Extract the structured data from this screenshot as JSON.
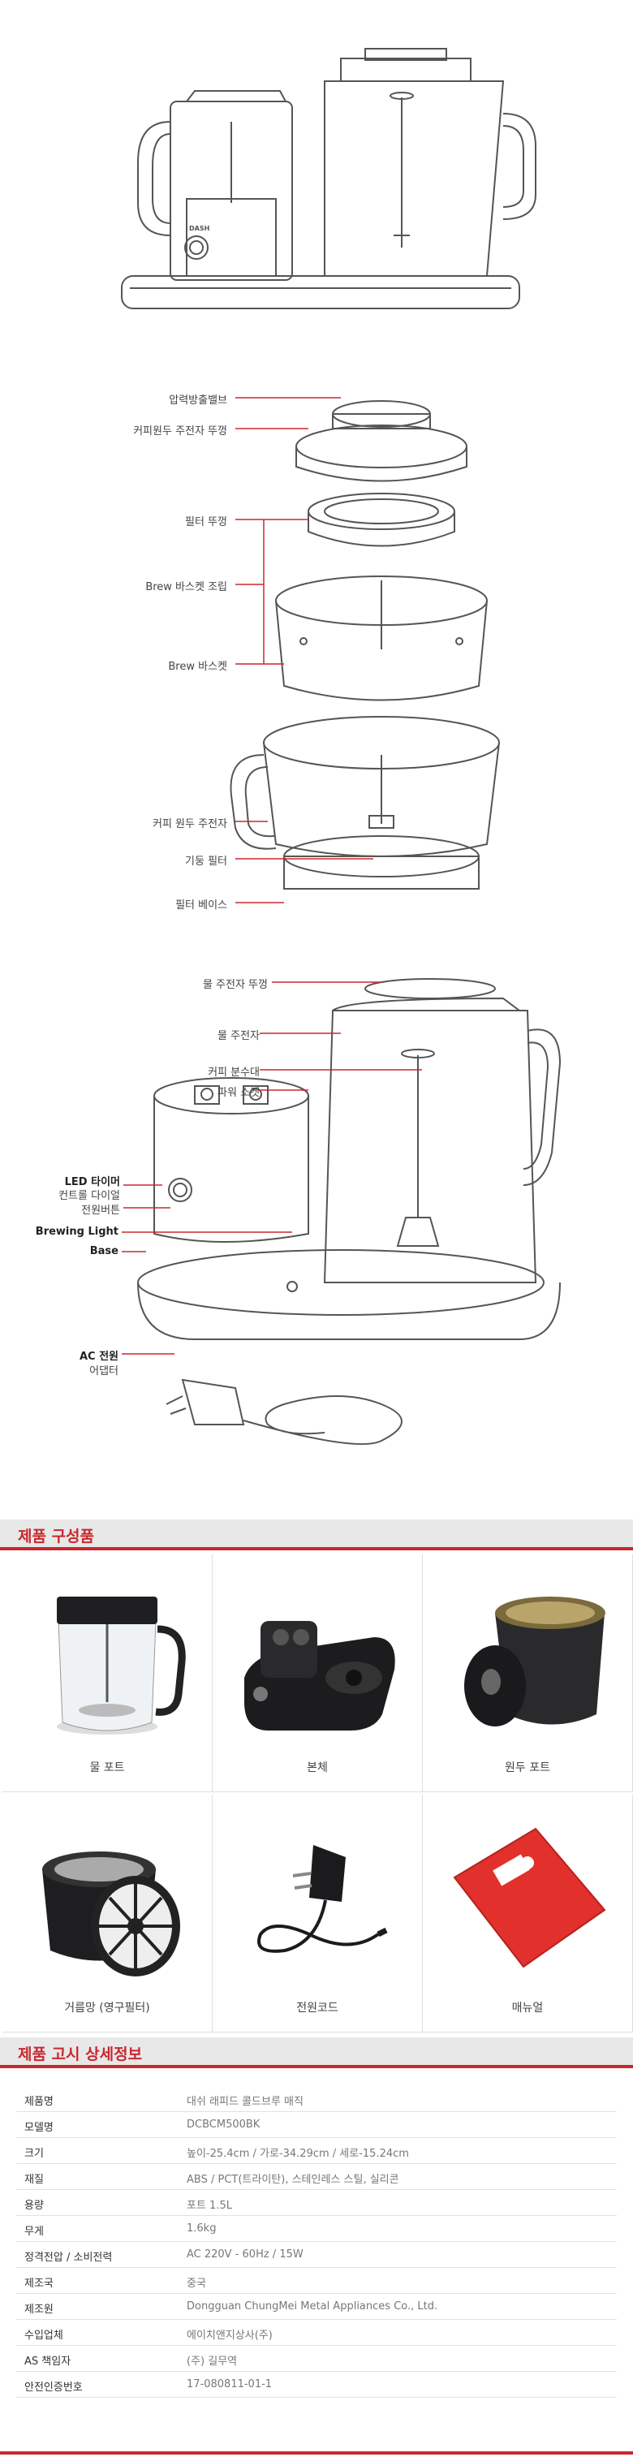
{
  "diagram1": {
    "brand_label": "DASH"
  },
  "diagram2": {
    "labels": [
      "압력방출밸브",
      "커피원두 주전자 뚜껑",
      "필터 뚜껑",
      "Brew 바스켓 조립",
      "Brew 바스켓",
      "커피 원두 주전자",
      "기둥 필터",
      "필터 베이스"
    ]
  },
  "diagram3": {
    "labels": [
      "물 주전자 뚜껑",
      "물 주전자",
      "커피 분수대",
      "파워 소켓",
      "LED 타이머",
      "컨트롤 다이얼",
      "전원버튼",
      "Brewing Light",
      "Base",
      "AC 전원",
      "어댑터"
    ]
  },
  "components": {
    "title": "제품 구성품",
    "items": [
      {
        "label": "물 포트"
      },
      {
        "label": "본체"
      },
      {
        "label": "원두 포트"
      },
      {
        "label": "거름망 (영구필터)"
      },
      {
        "label": "전원코드"
      },
      {
        "label": "매뉴얼"
      }
    ]
  },
  "specs": {
    "title": "제품 고시 상세정보",
    "rows": [
      {
        "key": "제품명",
        "value": "대쉬 래피드 콜드브루 매직"
      },
      {
        "key": "모델명",
        "value": "DCBCM500BK"
      },
      {
        "key": "크기",
        "value": "높이-25.4cm / 가로-34.29cm / 세로-15.24cm"
      },
      {
        "key": "재질",
        "value": "ABS / PCT(트라이탄), 스테인레스 스틸, 실리콘"
      },
      {
        "key": "용량",
        "value": "포트 1.5L"
      },
      {
        "key": "무게",
        "value": "1.6kg"
      },
      {
        "key": "정격전압 / 소비전력",
        "value": "AC 220V - 60Hz / 15W"
      },
      {
        "key": "제조국",
        "value": "중국"
      },
      {
        "key": "제조원",
        "value": "Dongguan ChungMei Metal Appliances Co., Ltd."
      },
      {
        "key": "수입업체",
        "value": "에이치앤지상사(주)"
      },
      {
        "key": "AS 책임자",
        "value": "(주) 길무역"
      },
      {
        "key": "안전인증번호",
        "value": "17-080811-01-1"
      }
    ]
  },
  "colors": {
    "accent": "#c8282e",
    "line": "#555555"
  }
}
